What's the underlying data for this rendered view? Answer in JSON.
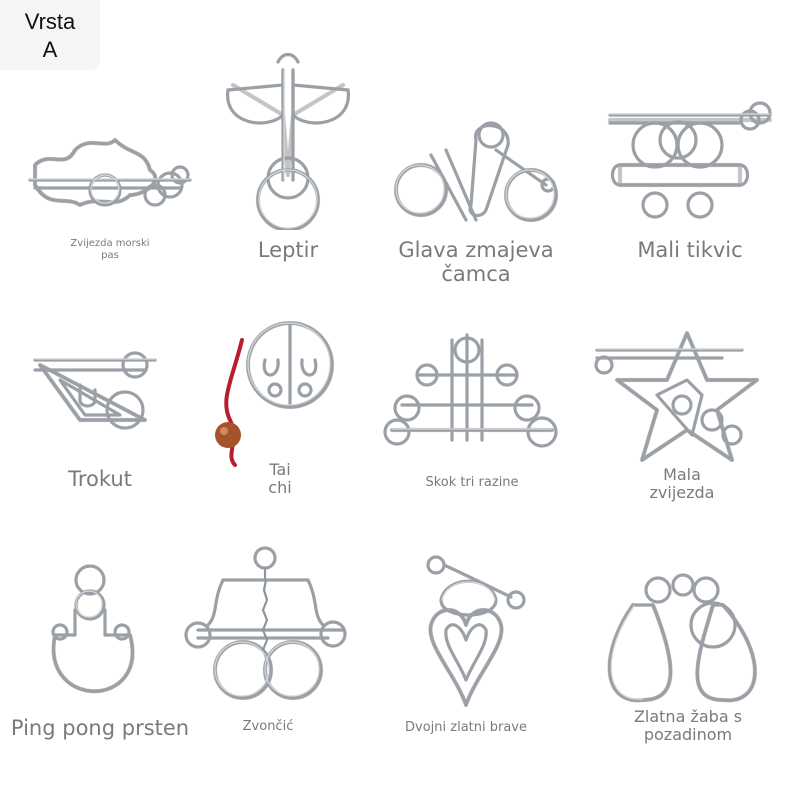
{
  "badge": {
    "line1": "Vrsta",
    "line2": "A"
  },
  "puzzles": [
    {
      "name_line1": "Zvijezda morski",
      "name_line2": "pas"
    },
    {
      "name": "Leptir"
    },
    {
      "name": "Glava zmajeva čamca"
    },
    {
      "name": "Mali tikvic"
    },
    {
      "name": "Trokut"
    },
    {
      "name_line1": "Tai",
      "name_line2": "chi"
    },
    {
      "name": "Skok tri razine"
    },
    {
      "name_line1": "Mala",
      "name_line2": "zvijezda"
    },
    {
      "name": "Ping pong prsten"
    },
    {
      "name": "Zvončić"
    },
    {
      "name": "Dvojni zlatni brave"
    },
    {
      "name_line1": "Zlatna žaba s",
      "name_line2": "pozadinom"
    }
  ],
  "colors": {
    "wire": "#9aa0a6",
    "label": "#7a7a7a",
    "cord": "#b51e2b",
    "bead": "#a5532a"
  }
}
